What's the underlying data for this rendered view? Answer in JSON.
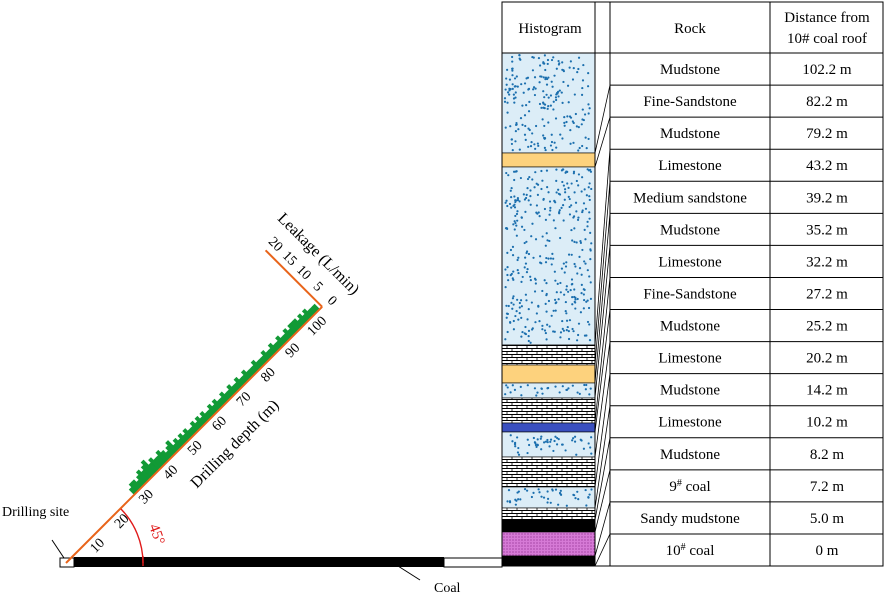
{
  "table": {
    "headers": {
      "histogram": "Histogram",
      "rock": "Rock",
      "distance_line1": "Distance from",
      "distance_line2": "10# coal roof"
    },
    "rows": [
      {
        "rock": "Mudstone",
        "distance": "102.2 m"
      },
      {
        "rock": "Fine-Sandstone",
        "distance": "82.2 m"
      },
      {
        "rock": "Mudstone",
        "distance": "79.2 m"
      },
      {
        "rock": "Limestone",
        "distance": "43.2 m"
      },
      {
        "rock": "Medium sandstone",
        "distance": "39.2 m"
      },
      {
        "rock": "Mudstone",
        "distance": "35.2 m"
      },
      {
        "rock": "Limestone",
        "distance": "32.2 m"
      },
      {
        "rock": "Fine-Sandstone",
        "distance": "27.2 m"
      },
      {
        "rock": "Mudstone",
        "distance": "25.2 m"
      },
      {
        "rock": "Limestone",
        "distance": "20.2 m"
      },
      {
        "rock": "Mudstone",
        "distance": "14.2 m"
      },
      {
        "rock": "Limestone",
        "distance": "10.2 m"
      },
      {
        "rock": "Mudstone",
        "distance": "8.2 m"
      },
      {
        "rock": "9# coal",
        "distance": "7.2 m"
      },
      {
        "rock": "Sandy mudstone",
        "distance": "5.0 m"
      },
      {
        "rock": "10# coal",
        "distance": "0 m"
      }
    ]
  },
  "diagram": {
    "drilling_site_label": "Drilling site",
    "coal_label": "Coal",
    "angle_label": "45°",
    "depth_axis_label": "Drilling depth (m)",
    "leakage_axis_label": "Leakage (L/min)",
    "angle_deg": 45
  },
  "chart_data": {
    "type": "bar",
    "depth_axis": {
      "label": "Drilling depth (m)",
      "ticks": [
        10,
        20,
        30,
        40,
        50,
        60,
        70,
        80,
        90,
        100
      ],
      "range": [
        0,
        105
      ]
    },
    "leakage_axis": {
      "label": "Leakage (L/min)",
      "ticks": [
        0,
        5,
        10,
        15,
        20
      ],
      "range": [
        0,
        20
      ]
    },
    "x": [
      28,
      29,
      30,
      31,
      32,
      33,
      34,
      35,
      36,
      37,
      38,
      39,
      40,
      41,
      42,
      43,
      44,
      45,
      46,
      47,
      48,
      49,
      50,
      51,
      52,
      53,
      54,
      55,
      56,
      57,
      58,
      59,
      60,
      61,
      62,
      63,
      64,
      65,
      66,
      67,
      68,
      69,
      70,
      71,
      72,
      73,
      74,
      75,
      76,
      77,
      78,
      79,
      80,
      81,
      82,
      83,
      84,
      85,
      86,
      87,
      88,
      89,
      90,
      91,
      92,
      93,
      94,
      95,
      96,
      97,
      98,
      99,
      100,
      101,
      102,
      103
    ],
    "values": [
      2,
      3,
      3,
      2,
      3,
      4,
      3,
      4,
      5,
      3,
      4,
      3,
      3,
      4,
      3,
      2,
      3,
      4,
      2,
      3,
      2,
      3,
      2,
      3,
      2,
      2,
      3,
      2,
      3,
      2,
      3,
      2,
      2,
      3,
      2,
      3,
      2,
      2,
      3,
      2,
      2,
      3,
      2,
      2,
      3,
      2,
      2,
      3,
      2,
      2,
      2,
      3,
      2,
      2,
      2,
      3,
      2,
      2,
      3,
      2,
      2,
      3,
      2,
      2,
      3,
      2,
      3,
      3,
      3,
      2,
      3,
      2,
      3,
      2,
      2,
      2
    ],
    "colors": {
      "bars": "#129a36",
      "borehole": "#e8641a",
      "angle": "#e01b1b"
    }
  },
  "histogram": {
    "colors": {
      "sandstone_bg": "#dcedf7",
      "dots": "#1b6fae",
      "limestone_bg": "#ffffff",
      "limestone_lines": "#000000",
      "yellow": "#fdd27d",
      "blue": "#3a4fbf",
      "coal": "#000000",
      "magenta": "#d67ad6"
    }
  }
}
